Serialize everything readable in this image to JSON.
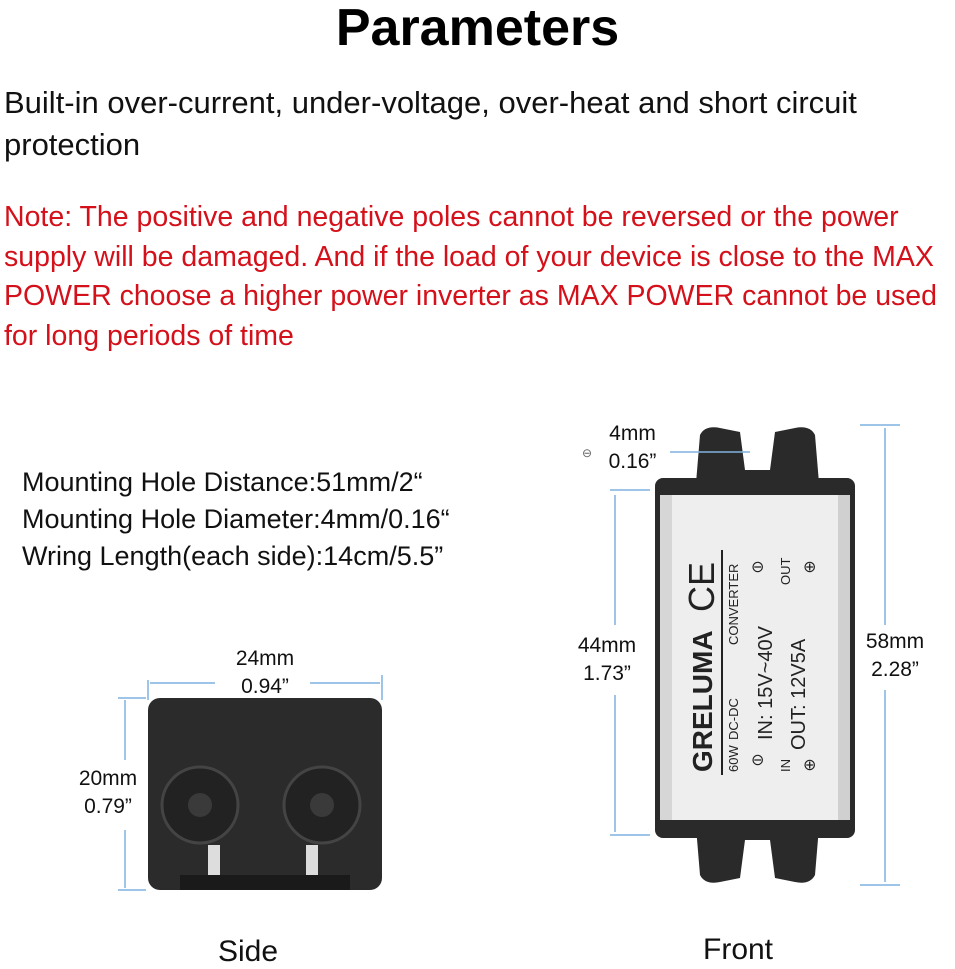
{
  "title": "Parameters",
  "intro": "Built-in over-current, under-voltage, over-heat and short circuit protection",
  "note": "Note: The positive and negative poles cannot be reversed or the power supply will be damaged. And if the load of your device is close to the MAX POWER choose a higher power inverter as MAX POWER cannot be used for long periods of time",
  "specs": [
    "Mounting Hole Distance:51mm/2“",
    "Mounting Hole Diameter:4mm/0.16“",
    "Wring Length(each side):14cm/5.5”"
  ],
  "side": {
    "width_mm": "24mm",
    "width_in": "0.94”",
    "height_mm": "20mm",
    "height_in": "0.79”",
    "caption": "Side"
  },
  "front": {
    "hole_mm": "4mm",
    "hole_in": "0.16”",
    "body_mm": "44mm",
    "body_in": "1.73”",
    "total_mm": "58mm",
    "total_in": "2.28”",
    "caption": "Front"
  },
  "label": {
    "brand": "GRELUMA",
    "ce": "CE",
    "power": "60W",
    "type1": "DC-DC",
    "type2": "CONVERTER",
    "input": "IN: 15V~40V",
    "output": "OUT: 12V5A",
    "in": "IN",
    "out": "OUT"
  },
  "colors": {
    "note": "#d4101a",
    "dimension": "#7fb2e0"
  }
}
